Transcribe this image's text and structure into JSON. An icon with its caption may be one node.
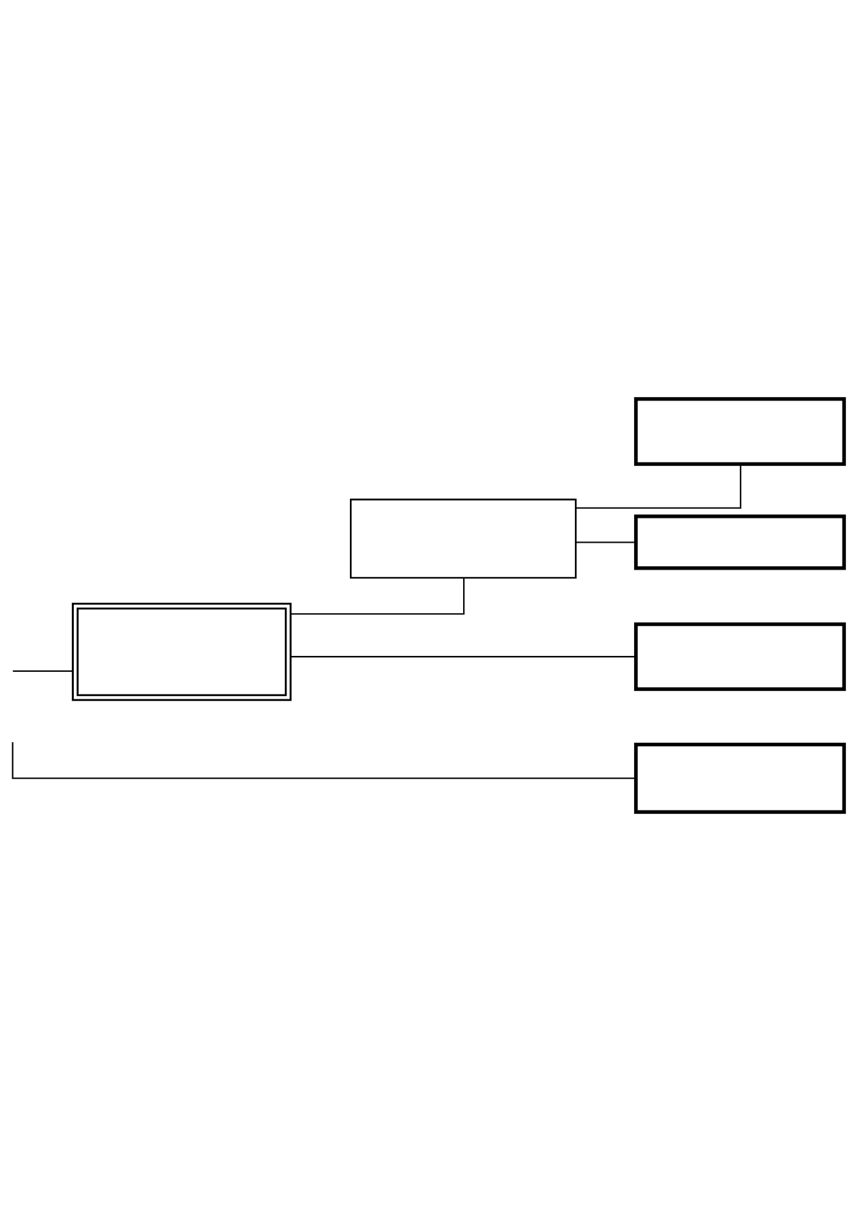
{
  "diagram": {
    "nodes": [
      {
        "text": [],
        "shape": "box"
      },
      {
        "text": [],
        "shape": "box"
      },
      {
        "text": [],
        "shape": "box"
      },
      {
        "text": [],
        "shape": "box"
      },
      {
        "text": [],
        "shape": "box"
      },
      {
        "text": [],
        "shape": "box"
      }
    ],
    "edges": [
      {
        "from": null,
        "to": 0,
        "arrow": "none"
      },
      {
        "from": null,
        "to": 5,
        "arrow": "none"
      },
      {
        "from": 0,
        "to": 1,
        "arrow": "none"
      },
      {
        "from": 0,
        "to": 4,
        "arrow": "none"
      },
      {
        "from": 1,
        "to": 2,
        "arrow": "none"
      },
      {
        "from": 1,
        "to": 3,
        "arrow": "none"
      }
    ]
  }
}
